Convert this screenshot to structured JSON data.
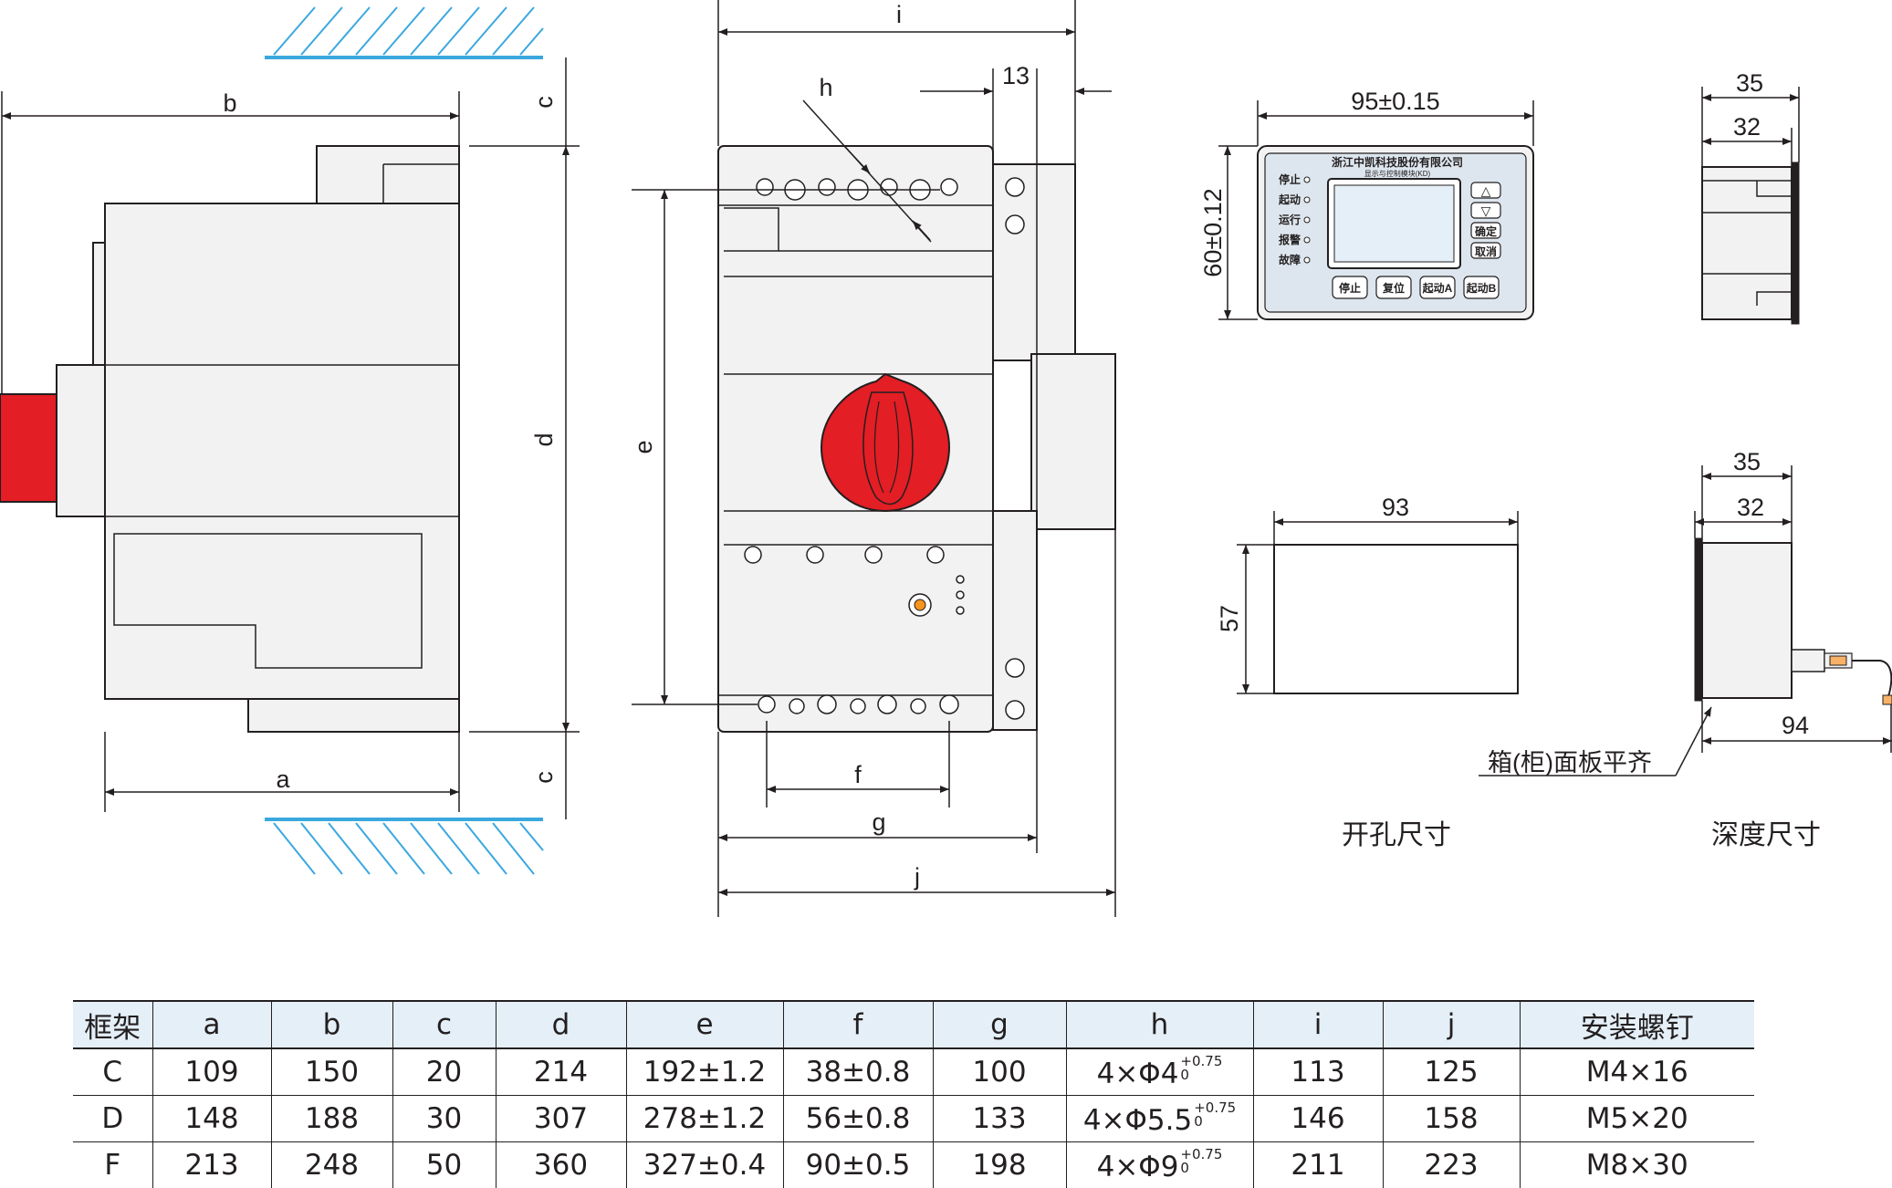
{
  "dimension_labels": {
    "a": "a",
    "b": "b",
    "c_top": "c",
    "c_bottom": "c",
    "d": "d",
    "e": "e",
    "f": "f",
    "g": "g",
    "h": "h",
    "i": "i",
    "j": "j",
    "dim_13": "13"
  },
  "panel_front": {
    "width_dim": "95±0.15",
    "height_dim": "60±0.12",
    "company": "浙江中凯科技股份有限公司",
    "subtitle": "显示与控制模块(KD)",
    "indicators": [
      "停止",
      "起动",
      "运行",
      "报警",
      "故障"
    ],
    "side_keys": [
      "△",
      "▽",
      "确定",
      "取消"
    ],
    "bottom_keys": [
      "停止",
      "复位",
      "起动A",
      "起动B"
    ]
  },
  "panel_side": {
    "outer_dim": "35",
    "inner_dim": "32"
  },
  "cutout": {
    "width_dim": "93",
    "height_dim": "57",
    "caption": "开孔尺寸"
  },
  "depth": {
    "outer_dim": "35",
    "inner_dim": "32",
    "depth_dim": "94",
    "flush_note": "箱(柜)面板平齐",
    "caption": "深度尺寸"
  },
  "colors": {
    "knob": "#e31e24",
    "body_fill": "#f2f2f2",
    "outline": "#231f20",
    "hatch": "#3aa8df",
    "header_fill": "#e4eff7",
    "panel_fill": "#dde6ee"
  },
  "table": {
    "headers": [
      "框架",
      "a",
      "b",
      "c",
      "d",
      "e",
      "f",
      "g",
      "h",
      "i",
      "j",
      "安装螺钉"
    ],
    "rows": [
      {
        "cells": [
          "C",
          "109",
          "150",
          "20",
          "214",
          "192±1.2",
          "38±0.8",
          "100",
          "4×Φ4",
          "113",
          "125",
          "M4×16"
        ],
        "h_tol_upper": "+0.75",
        "h_tol_lower": "0"
      },
      {
        "cells": [
          "D",
          "148",
          "188",
          "30",
          "307",
          "278±1.2",
          "56±0.8",
          "133",
          "4×Φ5.5",
          "146",
          "158",
          "M5×20"
        ],
        "h_tol_upper": "+0.75",
        "h_tol_lower": "0"
      },
      {
        "cells": [
          "F",
          "213",
          "248",
          "50",
          "360",
          "327±0.4",
          "90±0.5",
          "198",
          "4×Φ9",
          "211",
          "223",
          "M8×30"
        ],
        "h_tol_upper": "+0.75",
        "h_tol_lower": "0"
      }
    ]
  }
}
